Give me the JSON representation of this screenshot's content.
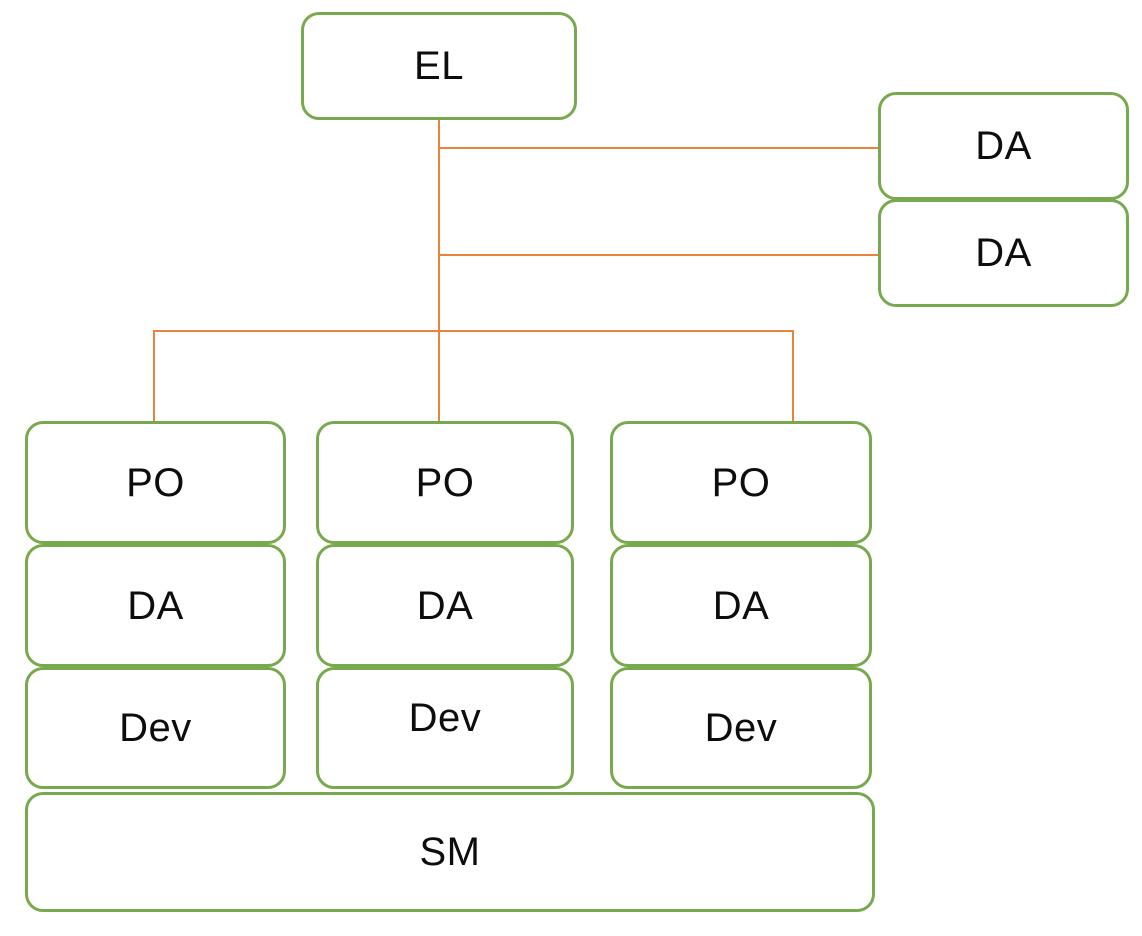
{
  "diagram": {
    "type": "org-chart",
    "background": "#FFFFFF",
    "colors": {
      "background": "#FFFFFF",
      "node_border": "#79A94E",
      "node_fill": "#FFFFFF",
      "connector": "#E8823E",
      "text": "#0D0D0D"
    },
    "nodes": {
      "el": "EL",
      "side_da_1": "DA",
      "side_da_2": "DA",
      "sm": "SM",
      "teams": [
        {
          "po": "PO",
          "da": "DA",
          "dev": "Dev"
        },
        {
          "po": "PO",
          "da": "DA",
          "dev": "Dev"
        },
        {
          "po": "PO",
          "da": "DA",
          "dev": "Dev"
        }
      ]
    },
    "edges": [
      "EL-DA(top)",
      "EL-DA(bottom)",
      "EL-PO(team1)",
      "EL-PO(team2)",
      "EL-PO(team3)"
    ]
  }
}
